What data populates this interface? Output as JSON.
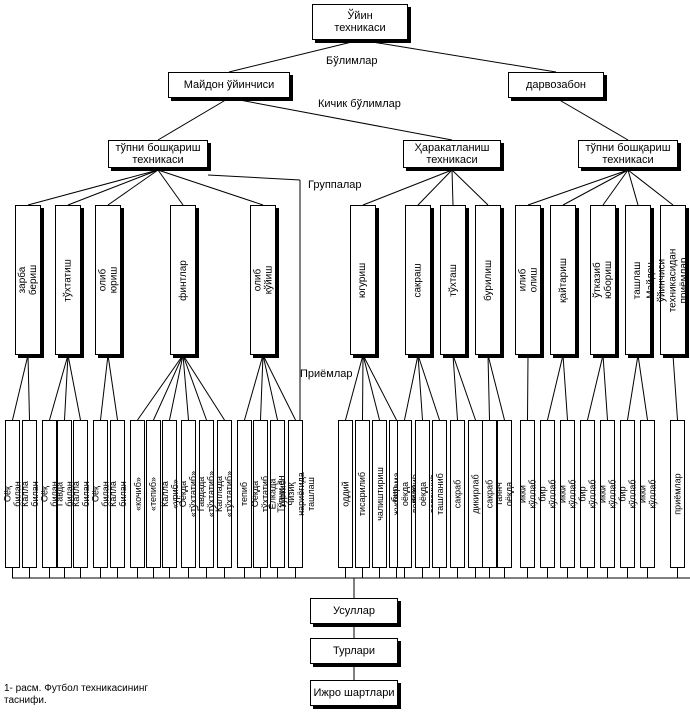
{
  "top": "Ўйин\nтехникаси",
  "labels": {
    "sections": "Бўлимлар",
    "subsections": "Кичик бўлимлар",
    "groups": "Группалар",
    "techniques": "Приёмлар"
  },
  "level1": [
    "Майдон ўйинчиси",
    "дарвозабон"
  ],
  "level2": [
    "тўпни бошқариш\nтехникаси",
    "Ҳаракатланиш\nтехникаси",
    "тўпни бошқариш\nтехникаси"
  ],
  "groups": [
    "зарба бериш",
    "тўхтатиш",
    "олиб юриш",
    "финтлар",
    "олиб кўйиш",
    "югуриш",
    "сакраш",
    "тўхташ",
    "бурилиш",
    "илиб олиш",
    "қайтариш",
    "ўтказиб юбориш",
    "ташлаш",
    "Майдон ўйинчиси\nтехникасидан\nприёмлар группаси"
  ],
  "leaves": [
    "Оёқ билан",
    "Калла билан",
    "Оёқ билан",
    "Гавда билан",
    "Калла билан",
    "Оёқ билан",
    "Калла билан",
    "«кочиб»",
    "«тепиб»",
    "Калла «уриб»",
    "Оёқда «тўхтатиб»",
    "Гавдада «тўхтатиб»",
    "Каллада «тўхтатиб»",
    "тепиб",
    "Оёқда тўхтатиб",
    "Елкада туртиб",
    "Тўпни ён чизиқ\nнариёғида ташлаш",
    "оддий",
    "тисарилиб",
    "чалиштириш",
    "жуфтлама",
    "бир оёқда депсиниб",
    "икки оёқда депсиниб",
    "ташланиб",
    "сакраб",
    "дикирлаб",
    "сакраб",
    "таянч оёқда",
    "икки кўллаб",
    "бир кўллаб",
    "икки кўллаб",
    "бир кўллаб",
    "икки кўллаб",
    "бир кўллаб",
    "икки кўллаб",
    "приёмлар"
  ],
  "bottom": [
    "Усуллар",
    "Турлари",
    "Ижро шартлари"
  ],
  "caption": "1- расм. Футбол техникасининг\nтаснифи."
}
